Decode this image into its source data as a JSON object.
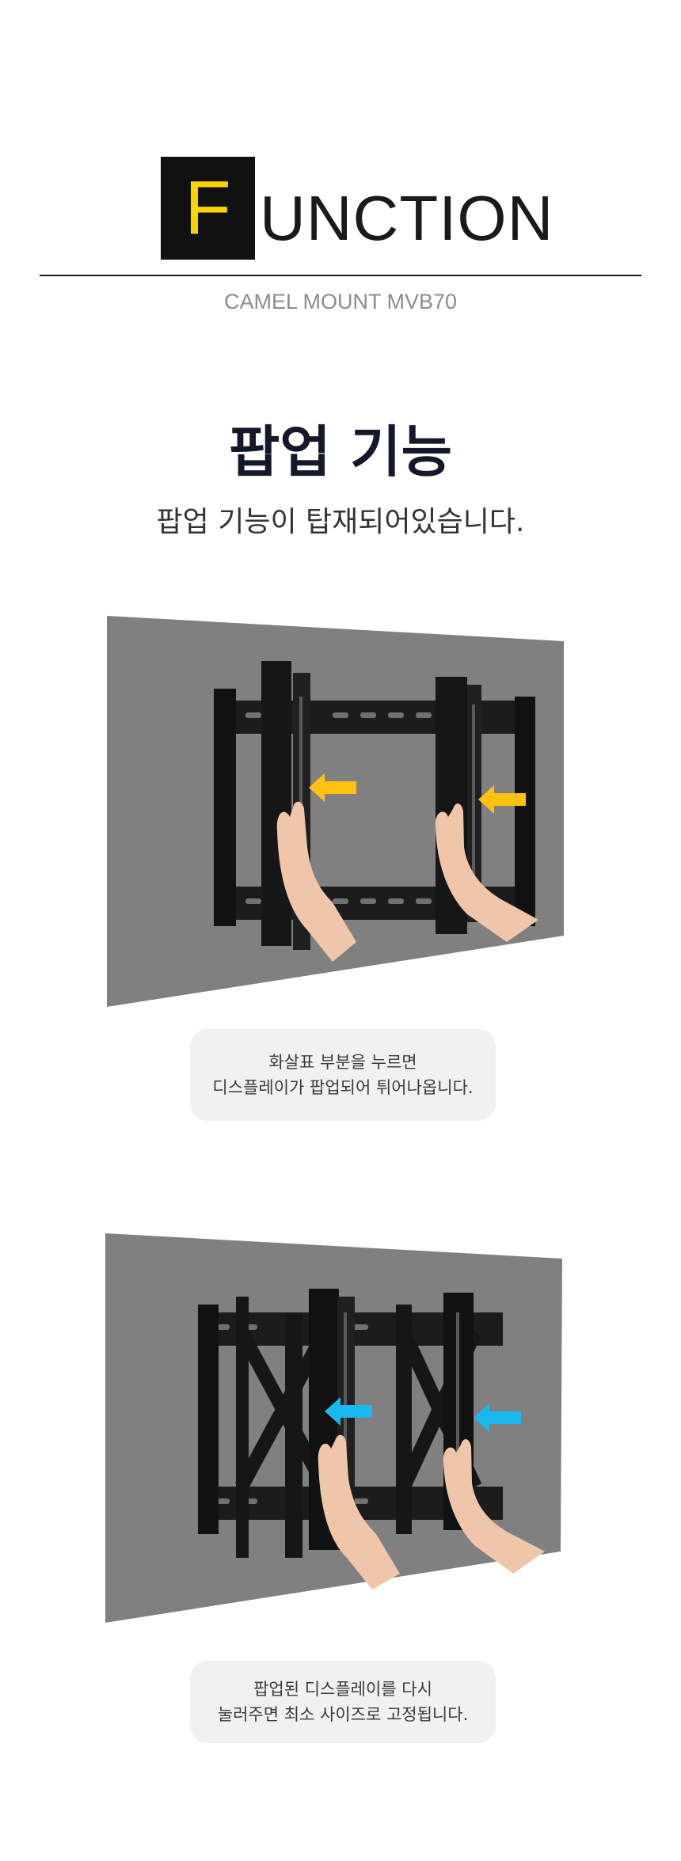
{
  "header": {
    "logo_letter": "F",
    "logo_rest": "UNCTION",
    "subtitle": "CAMEL MOUNT MVB70"
  },
  "section": {
    "title": "팝업 기능",
    "description": "팝업 기능이 탑재되어있습니다."
  },
  "panels": [
    {
      "arrow_icon": "arrow-left-icon",
      "arrow_color": "#ffc20e",
      "caption_line1": "화살표 부분을 누르면",
      "caption_line2": "디스플레이가 팝업되어 튀어나옵니다."
    },
    {
      "arrow_icon": "arrow-left-icon",
      "arrow_color": "#19b9f0",
      "caption_line1": "팝업된 디스플레이를 다시",
      "caption_line2": "눌러주면 최소 사이즈로 고정됩니다."
    }
  ],
  "colors": {
    "wall": "#808080",
    "mount": "#1c1c1c",
    "logo_yellow": "#ffd200"
  }
}
